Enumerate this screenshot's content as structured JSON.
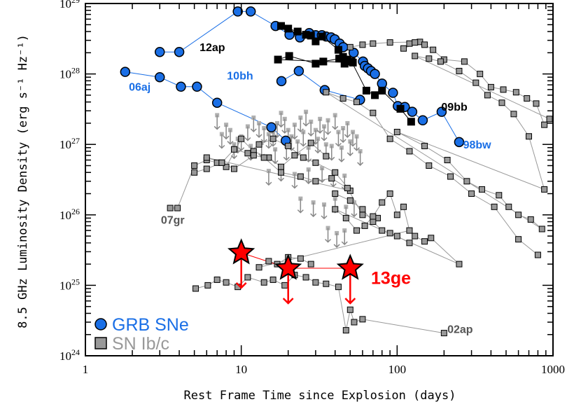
{
  "chart_data": {
    "type": "scatter",
    "xscale": "log",
    "yscale": "log",
    "xlim": [
      1,
      1000
    ],
    "ylim": [
      1e+24,
      1e+29
    ],
    "xlabel": "Rest Frame Time since Explosion (days)",
    "ylabel": "8.5 GHz Luminosity Density (erg s⁻¹ Hz⁻¹)",
    "x_ticks": [
      {
        "value": 1,
        "label": "1"
      },
      {
        "value": 10,
        "label": "10"
      },
      {
        "value": 100,
        "label": "100"
      },
      {
        "value": 1000,
        "label": "1000"
      }
    ],
    "y_ticks": [
      {
        "value": 1e+24,
        "base": "10",
        "exp": "24"
      },
      {
        "value": 1e+25,
        "base": "10",
        "exp": "25"
      },
      {
        "value": 1e+26,
        "base": "10",
        "exp": "26"
      },
      {
        "value": 1e+27,
        "base": "10",
        "exp": "27"
      },
      {
        "value": 1e+28,
        "base": "10",
        "exp": "28"
      },
      {
        "value": 1e+29,
        "base": "10",
        "exp": "29"
      }
    ],
    "legend": {
      "placement": "bottom-left",
      "entries": [
        {
          "label": "GRB SNe",
          "marker": "circle",
          "color": "#1a6fe6"
        },
        {
          "label": "SN Ib/c",
          "marker": "square",
          "color": "#999999"
        }
      ]
    },
    "annotations": [
      {
        "text": "12ap",
        "x": 5.4,
        "y": 2.1e+28,
        "color": "#000000"
      },
      {
        "text": "06aj",
        "x": 1.9,
        "y": 5.8e+27,
        "color": "#1a6fe6"
      },
      {
        "text": "10bh",
        "x": 8.1,
        "y": 8.3e+27,
        "color": "#1a6fe6"
      },
      {
        "text": "09bb",
        "x": 192,
        "y": 3e+27,
        "color": "#000000"
      },
      {
        "text": "98bw",
        "x": 265,
        "y": 8.8e+26,
        "color": "#1a6fe6"
      },
      {
        "text": "07gr",
        "x": 3.05,
        "y": 7.5e+25,
        "color": "#555555"
      },
      {
        "text": "13ge",
        "x": 68,
        "y": 1.05e+25,
        "color": "#ff0000"
      },
      {
        "text": "02ap",
        "x": 210,
        "y": 2.1e+24,
        "color": "#555555"
      }
    ],
    "series": [
      {
        "name": "GRB SNe 12ap",
        "marker": "circle",
        "color": "#1a6fe6",
        "x": [
          3.0,
          4.0,
          9.5,
          11.5,
          16.6,
          20.4,
          23.8,
          27.3,
          30.0,
          32.9,
          35.0,
          37.7,
          39.8,
          42.8,
          45.1,
          52.6,
          60.4
        ],
        "y": [
          2.05e+28,
          2.05e+28,
          7.7e+28,
          7.7e+28,
          4.8e+28,
          3.6e+28,
          3.3e+28,
          3.8e+28,
          3.55e+28,
          3.55e+28,
          3.4e+28,
          3.3e+28,
          3.1e+28,
          2.7e+28,
          2.4e+28,
          2e+28,
          1.5e+28
        ]
      },
      {
        "name": "GRB SNe 06aj",
        "marker": "circle",
        "color": "#1a6fe6",
        "x": [
          1.8,
          3.0,
          4.1,
          5.2,
          7.0,
          15.6,
          19.3
        ],
        "y": [
          1.07e+28,
          9e+27,
          6.6e+27,
          6.6e+27,
          3.9e+27,
          1.75e+27,
          1.13e+27
        ]
      },
      {
        "name": "GRB SNe 10bh",
        "marker": "circle",
        "color": "#1a6fe6",
        "x": [
          18.1,
          23.4,
          34.3,
          57.8
        ],
        "y": [
          7.9e+27,
          1.1e+28,
          5.9e+27,
          4.3e+27
        ]
      },
      {
        "name": "GRB SNe 98bw",
        "marker": "circle",
        "color": "#1a6fe6",
        "x": [
          62.0,
          65.0,
          68.0,
          72.0,
          80.0,
          94.0,
          101.0,
          112.0,
          125.0,
          146.0,
          193.0,
          250.0
        ],
        "y": [
          1.3e+28,
          1.2e+28,
          1.1e+28,
          1e+28,
          7.3e+27,
          5.4e+27,
          3.5e+27,
          3.4e+27,
          2.9e+27,
          2.2e+27,
          2.9e+27,
          1.08e+27
        ]
      },
      {
        "name": "SN 09bb",
        "marker": "square",
        "color": "#000000",
        "x": [
          18.0,
          20.0,
          23.0,
          26.0,
          28.0,
          30.0,
          33.0,
          42.0,
          45.0,
          48.0,
          52.0,
          17.2,
          20.3,
          30.0,
          33.6,
          42.5,
          46.0,
          51.0,
          63.5,
          72.0,
          80.0,
          105.0,
          123.0
        ],
        "y": [
          4.8e+28,
          4.4e+28,
          4e+28,
          3.6e+28,
          3.5e+28,
          2.9e+28,
          3.4e+28,
          2.2e+28,
          1.75e+28,
          1.6e+28,
          1.45e+28,
          1.6e+28,
          1.8e+28,
          1.4e+28,
          1.5e+28,
          1.65e+28,
          1.4e+28,
          1.5e+28,
          5.8e+27,
          5e+27,
          5.8e+27,
          3.2e+27,
          2.1e+27
        ]
      },
      {
        "name": "SN Ib/c sample",
        "marker": "square",
        "color": "#999999",
        "x": [
          50,
          60,
          70,
          90,
          140,
          110,
          120,
          130,
          150,
          170,
          200,
          270,
          340,
          400,
          480,
          580,
          680,
          780,
          880,
          950,
          130,
          160,
          190,
          250,
          320,
          380,
          470,
          560,
          700,
          880,
          100,
          150,
          210,
          280,
          350,
          450,
          520,
          600,
          720,
          850,
          35,
          45,
          55,
          70,
          90,
          120,
          160,
          220,
          300,
          420,
          600,
          800
        ],
        "y": [
          2.4e+28,
          2.6e+28,
          2.7e+28,
          2.8e+28,
          2.85e+28,
          2.3e+28,
          2.7e+28,
          2.8e+28,
          2.6e+28,
          2.2e+28,
          1.6e+28,
          1.5e+28,
          1e+28,
          6.5e+27,
          6e+27,
          5.5e+27,
          4.5e+27,
          3.8e+27,
          1.9e+27,
          2.3e+27,
          1.8e+28,
          1.65e+28,
          1.5e+28,
          1.1e+28,
          7.5e+27,
          5e+27,
          3.9e+27,
          2.7e+27,
          1.3e+27,
          2.3e+26,
          1.5e+27,
          9.5e+26,
          6e+26,
          3e+26,
          2.3e+26,
          1.9e+26,
          1.3e+26,
          1e+26,
          8.6e+25,
          6.3e+25,
          5.5e+27,
          4.5e+27,
          4e+27,
          2.8e+27,
          1.2e+27,
          8e+26,
          5e+26,
          3.5e+26,
          2e+26,
          1.3e+26,
          4.5e+25,
          2.7e+25
        ]
      },
      {
        "name": "SN Ib/c 02ap",
        "marker": "square",
        "color": "#999999",
        "x": [
          5.1,
          6.1,
          7.0,
          8.0,
          9.5,
          11.0,
          14.0,
          16.0,
          19.0,
          22.0,
          26.0,
          30.0,
          35.0,
          42.0,
          47.0,
          50.0,
          53.0,
          60.0,
          200.0
        ],
        "y": [
          9e+24,
          1e+25,
          1.2e+25,
          1.1e+25,
          9.5e+24,
          1.3e+25,
          1.1e+25,
          1.2e+25,
          1e+25,
          1.4e+25,
          1.3e+25,
          1.1e+25,
          1.05e+25,
          9.5e+24,
          2.3e+24,
          4.5e+24,
          3e+24,
          3.3e+24,
          2.1e+24
        ]
      },
      {
        "name": "SN Ib/c 07gr",
        "marker": "square",
        "color": "#999999",
        "x": [
          3.5,
          3.9,
          5.0,
          6.0,
          7.0,
          8.0,
          10.0,
          12.0,
          15.0,
          18.0,
          22.0,
          28.0,
          35.0
        ],
        "y": [
          1.25e+26,
          1.25e+26,
          5e+26,
          6e+26,
          5.5e+26,
          4.8e+26,
          1.2e+27,
          8e+26,
          6.5e+26,
          4.8e+26,
          7e+26,
          1.05e+27,
          6.8e+26
        ]
      },
      {
        "name": "SN Ib/c early",
        "marker": "square",
        "color": "#999999",
        "x": [
          5.0,
          6.0,
          7.5,
          9.0,
          11.0,
          13.0,
          16.0,
          20.0,
          25.0,
          30.0,
          40.0,
          50.0,
          6.0,
          7.5,
          9.0,
          12.0,
          14.0,
          18.0,
          24.0,
          30.0,
          38.0,
          48.0,
          60.0,
          75.0
        ],
        "y": [
          4e+26,
          4.5e+26,
          5.5e+26,
          8.5e+26,
          7.5e+26,
          1e+27,
          1.2e+27,
          9.5e+26,
          6.5e+26,
          5.5e+26,
          4e+26,
          2.2e+26,
          6.5e+26,
          5.5e+26,
          4.5e+26,
          7e+26,
          6.5e+26,
          4e+26,
          3.5e+26,
          3e+26,
          3.3e+26,
          2.4e+26,
          1e+26,
          9e+25
        ]
      },
      {
        "name": "SN Ib/c late",
        "marker": "square",
        "color": "#999999",
        "x": [
          40,
          50,
          60,
          70,
          80,
          90,
          100,
          120,
          130,
          150,
          165,
          250,
          40,
          47,
          55,
          62,
          70,
          80,
          90,
          100,
          110,
          120,
          13,
          15,
          17,
          20,
          24,
          28
        ],
        "y": [
          2e+26,
          1.6e+26,
          1.2e+26,
          8e+25,
          6e+25,
          5.5e+25,
          5e+25,
          4e+25,
          5e+25,
          4.2e+25,
          4.7e+25,
          2e+25,
          1.2e+26,
          9e+25,
          6e+25,
          7e+25,
          9.5e+25,
          1.5e+26,
          2e+26,
          1e+26,
          1.3e+26,
          6e+25,
          1.8e+25,
          2.2e+25,
          2e+25,
          2.5e+25,
          2.4e+25,
          2e+25
        ]
      },
      {
        "name": "SN 13ge",
        "marker": "star",
        "color": "#ff0000",
        "upper_limit": true,
        "x": [
          10.0,
          20.0,
          50.0
        ],
        "y": [
          2.9e+25,
          1.75e+25,
          1.75e+25
        ]
      }
    ],
    "upper_limits_gray": {
      "marker": "arrow",
      "color": "#888888",
      "x": [
        7,
        8,
        8.5,
        9.5,
        10,
        11,
        12,
        13,
        14,
        15,
        16,
        17,
        18,
        19,
        20,
        21,
        22,
        24,
        25,
        26,
        28,
        30,
        32,
        34,
        36,
        40,
        42,
        45,
        48,
        52,
        55,
        7.5,
        9,
        11.5,
        13.5,
        16.5,
        19.5,
        23,
        27,
        31,
        35,
        38,
        44,
        50,
        58,
        15,
        18,
        22,
        27,
        33,
        39,
        46,
        24,
        29,
        34,
        40,
        47,
        53,
        36,
        41,
        46
      ],
      "y": [
        2.6e+27,
        1.9e+27,
        1.6e+27,
        1.2e+27,
        1.3e+27,
        1.8e+27,
        2.4e+27,
        2e+27,
        1.7e+27,
        1.4e+27,
        1.5e+27,
        2e+27,
        2.8e+27,
        2.3e+27,
        1.6e+27,
        1.3e+27,
        1.9e+27,
        2.4e+27,
        1.5e+27,
        2.9e+27,
        2.1e+27,
        1.6e+27,
        2.3e+27,
        1.8e+27,
        2.2e+27,
        2.6e+27,
        1.5e+27,
        1.7e+27,
        2e+27,
        1.5e+27,
        1.3e+27,
        1.4e+27,
        1e+27,
        9.5e+26,
        1.05e+27,
        8.5e+26,
        9.5e+26,
        1.1e+27,
        9e+26,
        1.2e+27,
        1e+27,
        9.5e+26,
        9e+26,
        1.1e+27,
        8e+26,
        4.2e+26,
        4.8e+26,
        3.8e+26,
        4.4e+26,
        4.6e+26,
        4e+26,
        3.6e+26,
        1.7e+26,
        1.5e+26,
        1.4e+26,
        1.7e+26,
        1.3e+26,
        1.5e+26,
        6.5e+25,
        5.5e+25,
        6e+25
      ]
    }
  }
}
